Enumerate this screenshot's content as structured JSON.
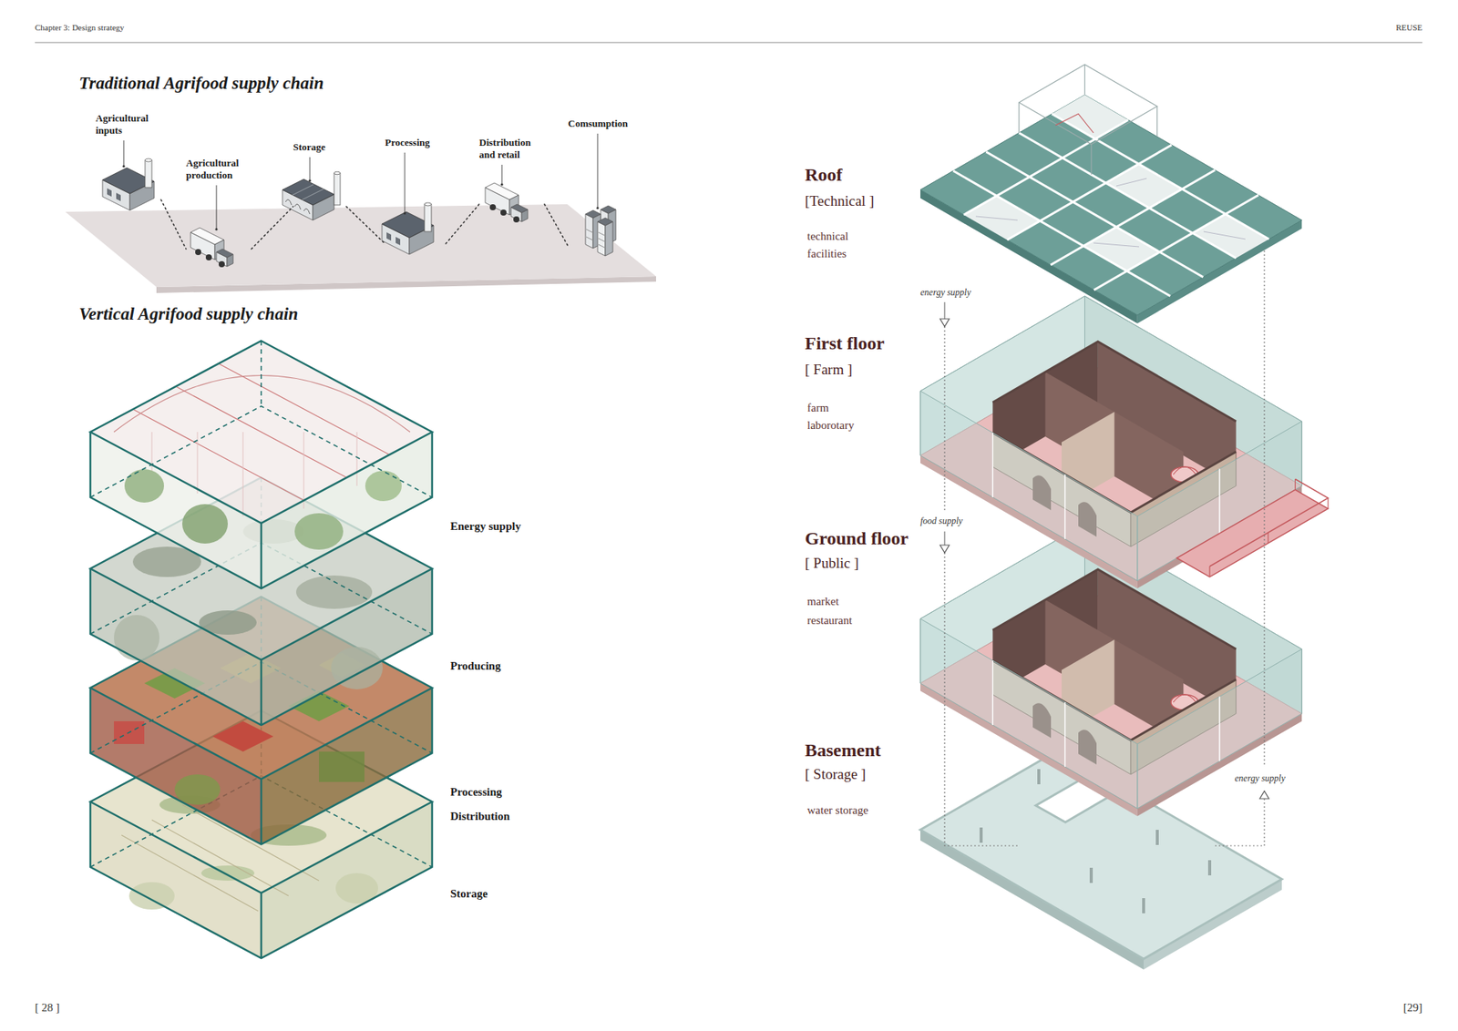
{
  "diagram": {
    "nodes": [
      {
        "text": [
          "Agricultural inputs"
        ]
      },
      {
        "text": [
          "Agricultural production"
        ]
      },
      {
        "text": [
          "Storage"
        ]
      },
      {
        "text": [
          "Processing"
        ]
      },
      {
        "text": [
          "Distribution and retail"
        ]
      },
      {
        "text": [
          "Comsumption"
        ]
      }
    ],
    "edges": [
      {
        "from": 0,
        "to": 1,
        "arrow": "none"
      },
      {
        "from": 1,
        "to": 2,
        "arrow": "none"
      },
      {
        "from": 2,
        "to": 3,
        "arrow": "none"
      },
      {
        "from": 3,
        "to": 4,
        "arrow": "none"
      },
      {
        "from": 4,
        "to": 5,
        "arrow": "none"
      }
    ],
    "labels": [
      "Chapter 3: Design strategy",
      "REUSE",
      "Traditional Agrifood supply chain",
      "Vertical Agrifood supply chain",
      "Energy supply",
      "Producing",
      "Processing",
      "Distribution",
      "Storage",
      "Roof",
      "[Technical ]",
      "technical facilities",
      "energy supply",
      "First floor",
      "[ Farm ]",
      "farm",
      "laborotary",
      "food supply",
      "Ground floor",
      "[ Public ]",
      "market",
      "restaurant",
      "Basement",
      "[ Storage ]",
      "water storage",
      "energy supply",
      "[ 28 ]",
      "[29]"
    ]
  }
}
